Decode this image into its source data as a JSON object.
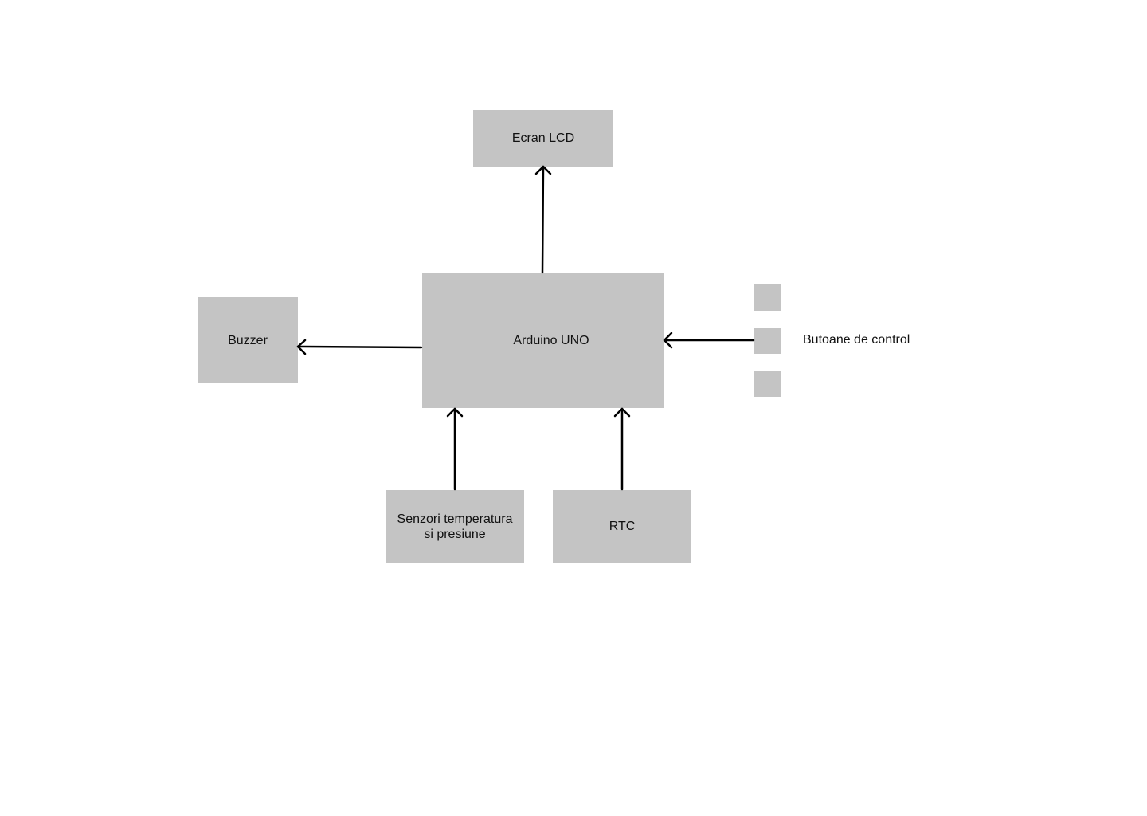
{
  "diagram": {
    "nodes": {
      "lcd": "Ecran LCD",
      "arduino": "Arduino UNO",
      "buzzer": "Buzzer",
      "sensors_line1": "Senzori temperatura",
      "sensors_line2": "si presiune",
      "rtc": "RTC",
      "buttons_label": "Butoane de control"
    },
    "edges": [
      {
        "from": "Arduino UNO",
        "to": "Ecran LCD"
      },
      {
        "from": "Arduino UNO",
        "to": "Buzzer"
      },
      {
        "from": "Senzori temperatura si presiune",
        "to": "Arduino UNO"
      },
      {
        "from": "RTC",
        "to": "Arduino UNO"
      },
      {
        "from": "Butoane de control",
        "to": "Arduino UNO"
      }
    ],
    "colors": {
      "block_fill": "#c4c4c4",
      "arrow": "#000000",
      "background": "#ffffff"
    }
  }
}
